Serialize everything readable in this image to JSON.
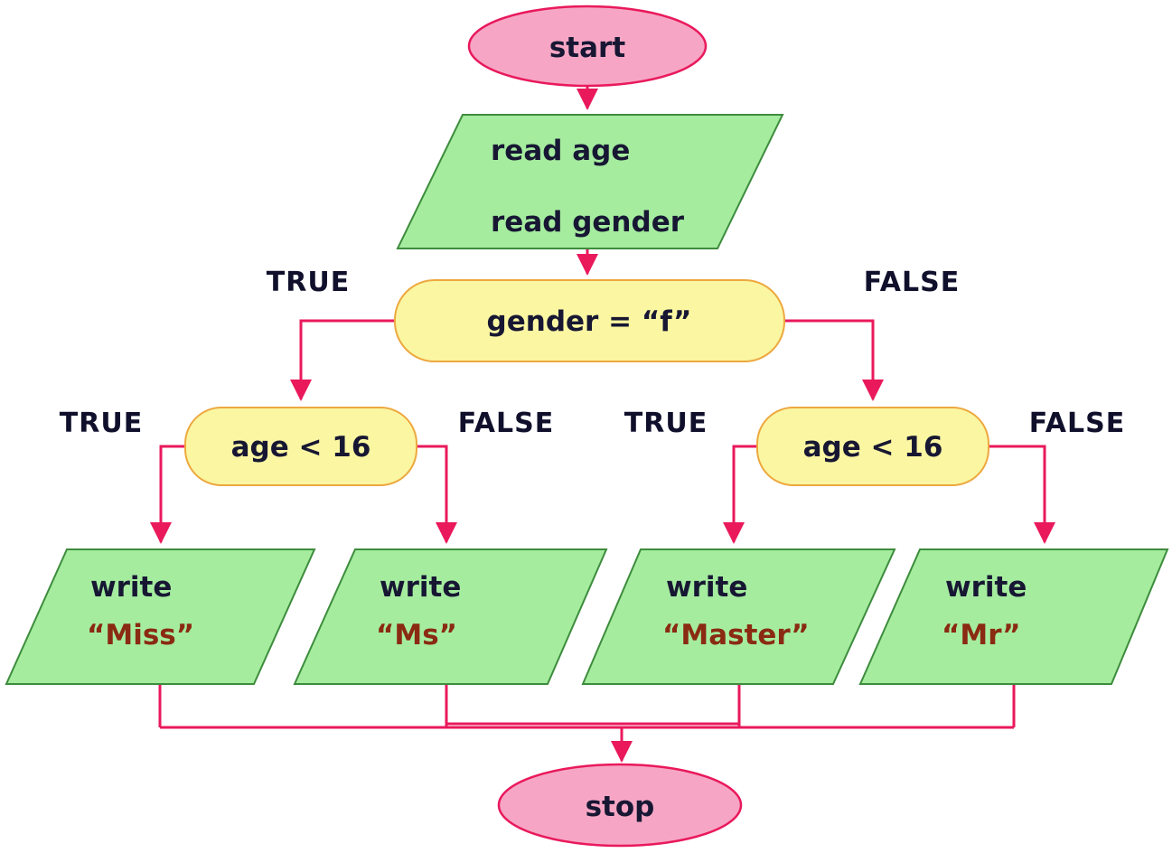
{
  "diagram_type": "flowchart",
  "colors": {
    "connector": "#E9195C",
    "terminal_fill": "#F6A6C4",
    "terminal_stroke": "#E9195C",
    "io_fill": "#A5EC9F",
    "io_stroke": "#3D8C3D",
    "decision_fill": "#FBF6A2",
    "decision_stroke": "#EDA83F",
    "label_text": "#171733",
    "quoted_text": "#8A2A12"
  },
  "nodes": {
    "start": {
      "shape": "ellipse",
      "label": "start"
    },
    "read_input": {
      "shape": "parallelogram",
      "line1": "read age",
      "line2": "read gender"
    },
    "decision_gender": {
      "shape": "decision",
      "label": "gender = “f”"
    },
    "decision_age_left": {
      "shape": "decision",
      "label": "age < 16"
    },
    "decision_age_right": {
      "shape": "decision",
      "label": "age < 16"
    },
    "write_miss": {
      "shape": "parallelogram",
      "line1": "write",
      "line2": "“Miss”"
    },
    "write_ms": {
      "shape": "parallelogram",
      "line1": "write",
      "line2": "“Ms”"
    },
    "write_master": {
      "shape": "parallelogram",
      "line1": "write",
      "line2": "“Master”"
    },
    "write_mr": {
      "shape": "parallelogram",
      "line1": "write",
      "line2": "“Mr”"
    },
    "stop": {
      "shape": "ellipse",
      "label": "stop"
    }
  },
  "branch_labels": {
    "gender_true": "TRUE",
    "gender_false": "FALSE",
    "age_left_true": "TRUE",
    "age_left_false": "FALSE",
    "age_right_true": "TRUE",
    "age_right_false": "FALSE"
  }
}
